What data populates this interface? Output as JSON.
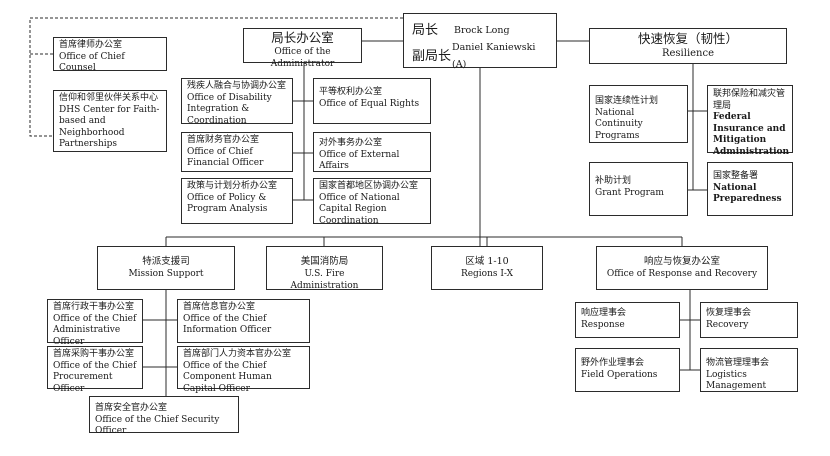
{
  "top": {
    "title1": "局长",
    "name1": "Brock Long",
    "title2": "副局长",
    "name2": "Daniel Kaniewski (A)"
  },
  "administrator": {
    "zh": "局长办公室",
    "en": "Office of the Administrator"
  },
  "resilience": {
    "zh": "快速恢复（韧性）",
    "en": "Resilience"
  },
  "left_dashed": [
    {
      "zh": "首席律师办公室",
      "en": "Office of Chief Counsel"
    },
    {
      "zh": "信仰和邻里伙伴关系中心",
      "en": "DHS Center for Faith-based and Neighborhood Partnerships"
    }
  ],
  "admin_offices": [
    {
      "zh": "残疾人融合与协调办公室",
      "en": "Office of Disability Integration & Coordination"
    },
    {
      "zh": "首席财务官办公室",
      "en": "Office of Chief Financial Officer"
    },
    {
      "zh": "政策与计划分析办公室",
      "en": "Office of Policy & Program Analysis"
    },
    {
      "zh": "平等权利办公室",
      "en": "Office of Equal Rights"
    },
    {
      "zh": "对外事务办公室",
      "en": "Office of External Affairs"
    },
    {
      "zh": "国家首都地区协调办公室",
      "en": "Office of National Capital Region Coordination"
    }
  ],
  "resilience_units": [
    {
      "zh": "国家连续性计划",
      "en": "National Continuity Programs"
    },
    {
      "zh": "补助计划",
      "en": "Grant Program"
    },
    {
      "zh": "联邦保险和减灾管理局",
      "en": "Federal Insurance and Mitigation Administration"
    },
    {
      "zh": "国家整备署",
      "en": "National Preparedness"
    }
  ],
  "mid_units": [
    {
      "zh": "特派支援司",
      "en": "Mission Support"
    },
    {
      "zh": "美国消防局",
      "en": "U.S. Fire Administration"
    },
    {
      "zh": "区域 1-10",
      "en": "Regions I-X"
    },
    {
      "zh": "响应与恢复办公室",
      "en": "Office of Response and Recovery"
    }
  ],
  "mission_support_offices": [
    {
      "zh": "首席行政干事办公室",
      "en": "Office of the Chief Administrative Officer"
    },
    {
      "zh": "首席采购干事办公室",
      "en": "Office of the Chief Procurement Officer"
    },
    {
      "zh": "首席信息官办公室",
      "en": "Office of the Chief Information Officer"
    },
    {
      "zh": "首席部门人力资本官办公室",
      "en": "Office of the Chief Component Human Capital Officer"
    },
    {
      "zh": "首席安全官办公室",
      "en": "Office of the Chief Security Officer"
    }
  ],
  "response_units": [
    {
      "zh": "响应理事会",
      "en": "Response"
    },
    {
      "zh": "野外作业理事会",
      "en": "Field Operations"
    },
    {
      "zh": "恢复理事会",
      "en": "Recovery"
    },
    {
      "zh": "物流管理理事会",
      "en": "Logistics Management"
    }
  ]
}
